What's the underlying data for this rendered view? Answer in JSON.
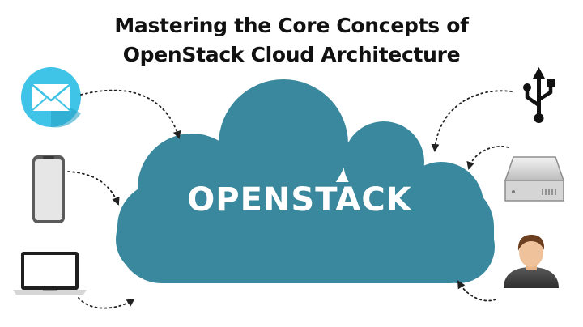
{
  "header": {
    "title_line1": "Mastering the Core Concepts of",
    "title_line2": "OpenStack Cloud Architecture"
  },
  "cloud": {
    "label": "OPENSTACK",
    "color": "#39889e"
  },
  "icons": {
    "left": [
      "email-icon",
      "smartphone-icon",
      "laptop-icon"
    ],
    "right": [
      "usb-icon",
      "hard-drive-icon",
      "user-icon"
    ]
  },
  "colors": {
    "email_circle": "#3fc3e6",
    "connector": "#222222"
  }
}
